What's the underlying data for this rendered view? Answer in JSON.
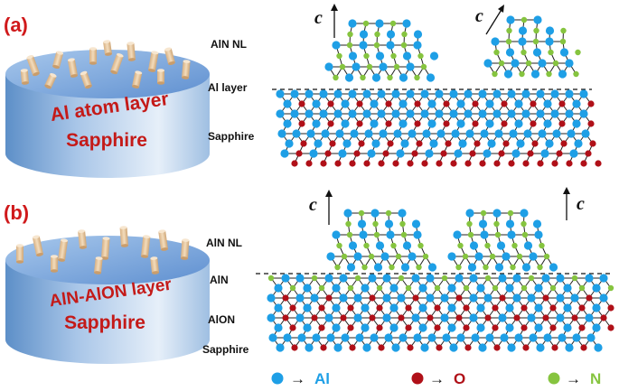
{
  "colors": {
    "al": "#1e9fe6",
    "o": "#b01018",
    "n": "#86c43f",
    "panel_label": "#d0191b",
    "disk_label": "#c41a18",
    "rod": "#e6c39a",
    "bond": "#222222"
  },
  "panels": [
    {
      "label": "(a)",
      "disk_top_label": "Al atom layer",
      "disk_bottom_label": "Sapphire",
      "layer_labels": [
        "AlN NL",
        "Al layer",
        "Sapphire"
      ],
      "axis_labels": [
        "c",
        "c"
      ]
    },
    {
      "label": "(b)",
      "disk_top_label": "AlN-AlON layer",
      "disk_bottom_label": "Sapphire",
      "layer_labels": [
        "AlN NL",
        "AlN",
        "AlON",
        "Sapphire"
      ],
      "axis_labels": [
        "c",
        "c"
      ]
    }
  ],
  "legend": [
    {
      "arrow": "→",
      "label": "Al",
      "color": "#1e9fe6"
    },
    {
      "arrow": "→",
      "label": "O",
      "color": "#b01018"
    },
    {
      "arrow": "→",
      "label": "N",
      "color": "#86c43f"
    }
  ]
}
